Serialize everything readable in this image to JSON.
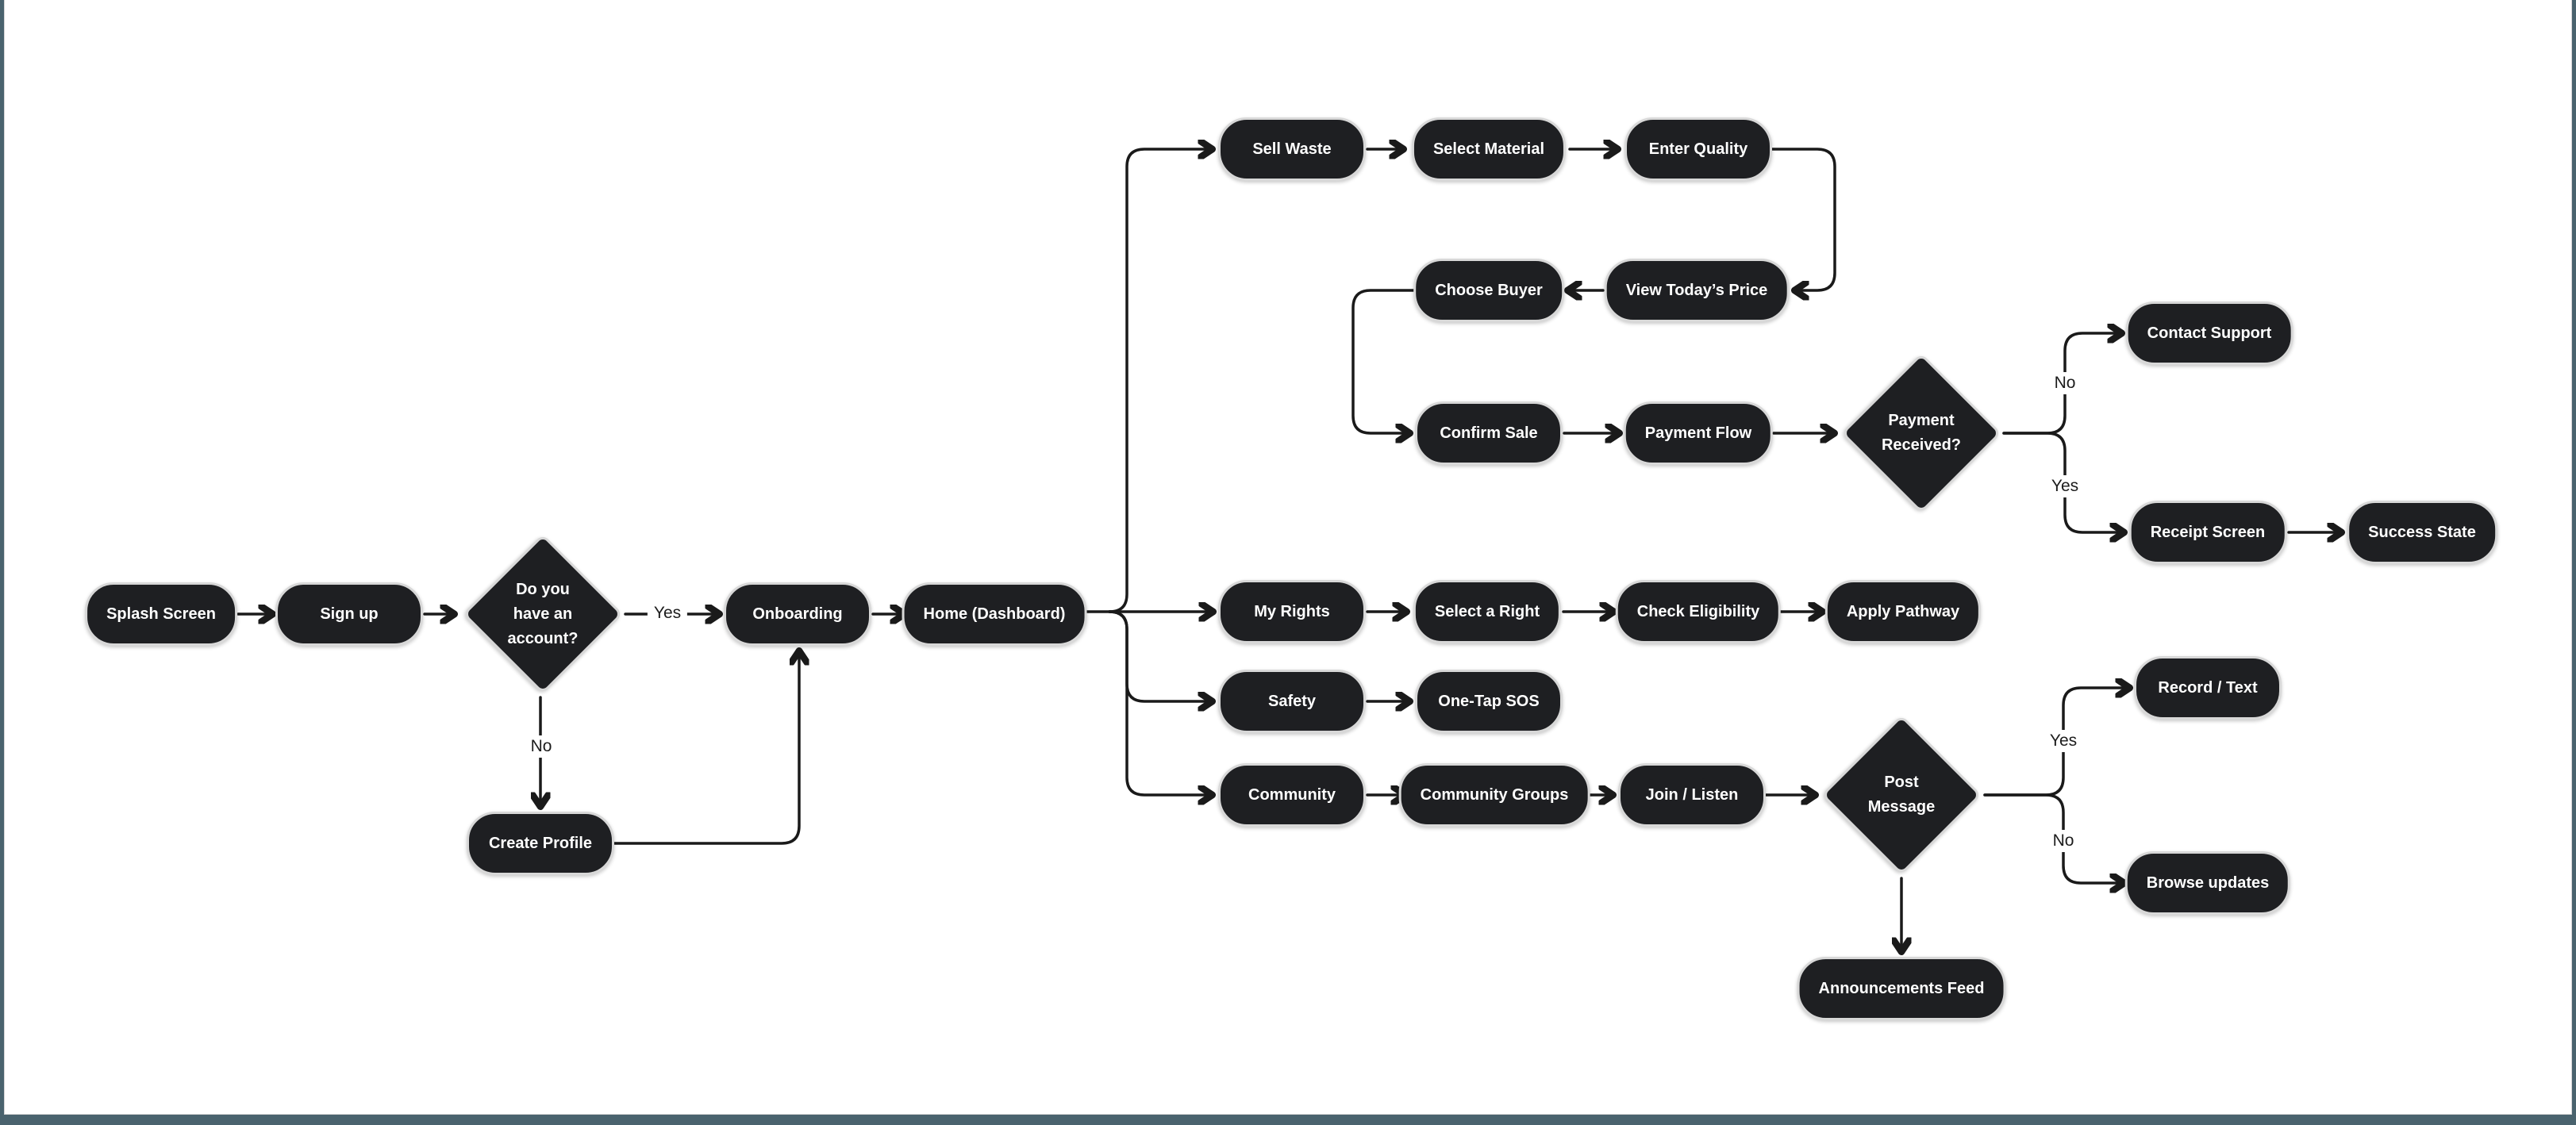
{
  "colors": {
    "node_fill": "#1e1f22",
    "node_border": "#d8d8d8",
    "node_text": "#ffffff",
    "connector": "#1a1a1a",
    "edge_label_text": "#1c1c1c",
    "canvas_background": "#ffffff",
    "workspace_background": "#4a636e"
  },
  "nodes": {
    "splash": {
      "label": "Splash Screen"
    },
    "signup": {
      "label": "Sign up"
    },
    "account_decision": {
      "label": "Do you\nhave an\naccount?"
    },
    "create_profile": {
      "label": "Create Profile"
    },
    "onboarding": {
      "label": "Onboarding"
    },
    "home": {
      "label": "Home (Dashboard)"
    },
    "sell_waste": {
      "label": "Sell Waste"
    },
    "select_material": {
      "label": "Select Material"
    },
    "enter_quality": {
      "label": "Enter Quality"
    },
    "view_price": {
      "label": "View Today’s Price"
    },
    "choose_buyer": {
      "label": "Choose Buyer"
    },
    "confirm_sale": {
      "label": "Confirm Sale"
    },
    "payment_flow": {
      "label": "Payment Flow"
    },
    "payment_decision": {
      "label": "Payment\nReceived?"
    },
    "contact_support": {
      "label": "Contact Support"
    },
    "receipt_screen": {
      "label": "Receipt Screen"
    },
    "success_state": {
      "label": "Success State"
    },
    "my_rights": {
      "label": "My Rights"
    },
    "select_right": {
      "label": "Select a Right"
    },
    "check_eligibility": {
      "label": "Check Eligibility"
    },
    "apply_pathway": {
      "label": "Apply Pathway"
    },
    "safety": {
      "label": "Safety"
    },
    "one_tap_sos": {
      "label": "One-Tap SOS"
    },
    "community": {
      "label": "Community"
    },
    "community_groups": {
      "label": "Community Groups"
    },
    "join_listen": {
      "label": "Join / Listen"
    },
    "post_decision": {
      "label": "Post\nMessage"
    },
    "record_text": {
      "label": "Record / Text"
    },
    "browse_updates": {
      "label": "Browse updates"
    },
    "announcements_feed": {
      "label": "Announcements Feed"
    }
  },
  "edge_labels": {
    "account_yes": "Yes",
    "account_no": "No",
    "payment_no": "No",
    "payment_yes": "Yes",
    "post_yes": "Yes",
    "post_no": "No"
  }
}
